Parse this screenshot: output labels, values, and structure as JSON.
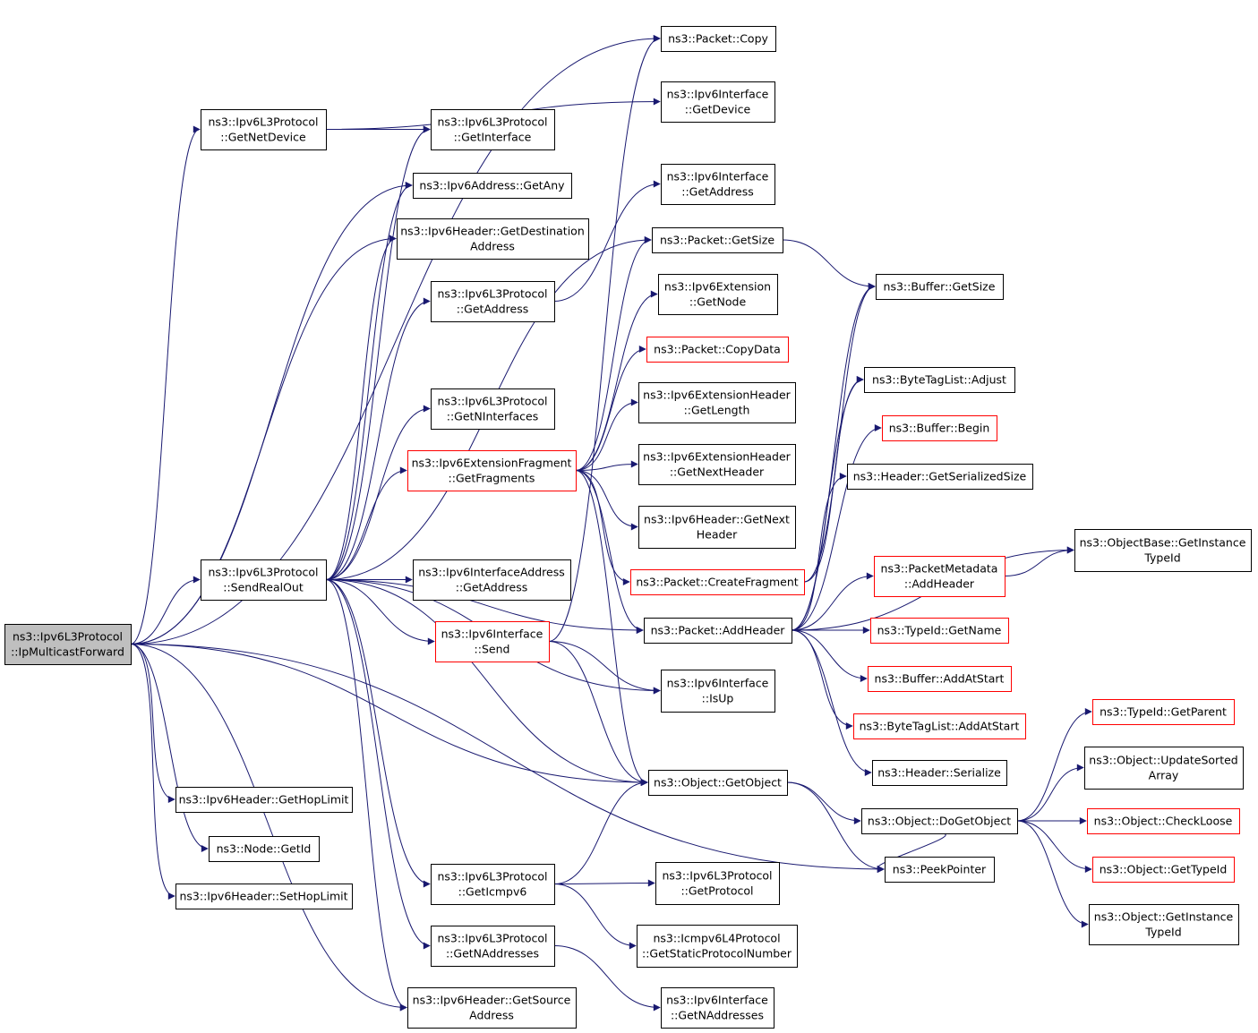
{
  "colors": {
    "edge": "#191970",
    "border": "#000000",
    "border_incomplete": "#ff0000",
    "root_fill": "#bfbfbf"
  },
  "nodes": [
    {
      "id": "root",
      "lines": [
        "ns3::Ipv6L3Protocol",
        "::IpMulticastForward"
      ],
      "style": "root"
    },
    {
      "id": "n_getnetdevice",
      "lines": [
        "ns3::Ipv6L3Protocol",
        "::GetNetDevice"
      ],
      "style": "black"
    },
    {
      "id": "n_sendrealout",
      "lines": [
        "ns3::Ipv6L3Protocol",
        "::SendRealOut"
      ],
      "style": "black"
    },
    {
      "id": "n_gethoplimit",
      "lines": [
        "ns3::Ipv6Header::GetHopLimit"
      ],
      "style": "black"
    },
    {
      "id": "n_nodegetid",
      "lines": [
        "ns3::Node::GetId"
      ],
      "style": "black"
    },
    {
      "id": "n_sethoplimit",
      "lines": [
        "ns3::Ipv6Header::SetHopLimit"
      ],
      "style": "black"
    },
    {
      "id": "n_l3getinterface",
      "lines": [
        "ns3::Ipv6L3Protocol",
        "::GetInterface"
      ],
      "style": "black"
    },
    {
      "id": "n_getany",
      "lines": [
        "ns3::Ipv6Address::GetAny"
      ],
      "style": "black"
    },
    {
      "id": "n_getdest",
      "lines": [
        "ns3::Ipv6Header::GetDestination",
        "Address"
      ],
      "style": "black"
    },
    {
      "id": "n_l3getaddress",
      "lines": [
        "ns3::Ipv6L3Protocol",
        "::GetAddress"
      ],
      "style": "black"
    },
    {
      "id": "n_getninterfaces",
      "lines": [
        "ns3::Ipv6L3Protocol",
        "::GetNInterfaces"
      ],
      "style": "black"
    },
    {
      "id": "n_getfragments",
      "lines": [
        "ns3::Ipv6ExtensionFragment",
        "::GetFragments"
      ],
      "style": "red"
    },
    {
      "id": "n_ifaddrgetaddress",
      "lines": [
        "ns3::Ipv6InterfaceAddress",
        "::GetAddress"
      ],
      "style": "black"
    },
    {
      "id": "n_ifsend",
      "lines": [
        "ns3::Ipv6Interface",
        "::Send"
      ],
      "style": "red"
    },
    {
      "id": "n_geticmpv6",
      "lines": [
        "ns3::Ipv6L3Protocol",
        "::GetIcmpv6"
      ],
      "style": "black"
    },
    {
      "id": "n_l3getnaddresses",
      "lines": [
        "ns3::Ipv6L3Protocol",
        "::GetNAddresses"
      ],
      "style": "black"
    },
    {
      "id": "n_getsource",
      "lines": [
        "ns3::Ipv6Header::GetSource",
        "Address"
      ],
      "style": "black"
    },
    {
      "id": "n_packetcopy",
      "lines": [
        "ns3::Packet::Copy"
      ],
      "style": "black"
    },
    {
      "id": "n_ifgetdevice",
      "lines": [
        "ns3::Ipv6Interface",
        "::GetDevice"
      ],
      "style": "black"
    },
    {
      "id": "n_ifgetaddress",
      "lines": [
        "ns3::Ipv6Interface",
        "::GetAddress"
      ],
      "style": "black"
    },
    {
      "id": "n_packetgetsize",
      "lines": [
        "ns3::Packet::GetSize"
      ],
      "style": "black"
    },
    {
      "id": "n_extgetnode",
      "lines": [
        "ns3::Ipv6Extension",
        "::GetNode"
      ],
      "style": "black"
    },
    {
      "id": "n_copydata",
      "lines": [
        "ns3::Packet::CopyData"
      ],
      "style": "red"
    },
    {
      "id": "n_exthdrgetlength",
      "lines": [
        "ns3::Ipv6ExtensionHeader",
        "::GetLength"
      ],
      "style": "black"
    },
    {
      "id": "n_exthdrgetnext",
      "lines": [
        "ns3::Ipv6ExtensionHeader",
        "::GetNextHeader"
      ],
      "style": "black"
    },
    {
      "id": "n_hdrgetnext",
      "lines": [
        "ns3::Ipv6Header::GetNext",
        "Header"
      ],
      "style": "black"
    },
    {
      "id": "n_createfragment",
      "lines": [
        "ns3::Packet::CreateFragment"
      ],
      "style": "red"
    },
    {
      "id": "n_addheader",
      "lines": [
        "ns3::Packet::AddHeader"
      ],
      "style": "black"
    },
    {
      "id": "n_isup",
      "lines": [
        "ns3::Ipv6Interface",
        "::IsUp"
      ],
      "style": "black"
    },
    {
      "id": "n_getobject",
      "lines": [
        "ns3::Object::GetObject"
      ],
      "style": "black"
    },
    {
      "id": "n_getprotocol",
      "lines": [
        "ns3::Ipv6L3Protocol",
        "::GetProtocol"
      ],
      "style": "black"
    },
    {
      "id": "n_icmpstatic",
      "lines": [
        "ns3::Icmpv6L4Protocol",
        "::GetStaticProtocolNumber"
      ],
      "style": "black"
    },
    {
      "id": "n_ifgetnaddresses",
      "lines": [
        "ns3::Ipv6Interface",
        "::GetNAddresses"
      ],
      "style": "black"
    },
    {
      "id": "n_buffergetsize",
      "lines": [
        "ns3::Buffer::GetSize"
      ],
      "style": "black"
    },
    {
      "id": "n_bytetagadjust",
      "lines": [
        "ns3::ByteTagList::Adjust"
      ],
      "style": "black"
    },
    {
      "id": "n_bufferbegin",
      "lines": [
        "ns3::Buffer::Begin"
      ],
      "style": "red"
    },
    {
      "id": "n_hdrserialsize",
      "lines": [
        "ns3::Header::GetSerializedSize"
      ],
      "style": "black"
    },
    {
      "id": "n_pmaddheader",
      "lines": [
        "ns3::PacketMetadata",
        "::AddHeader"
      ],
      "style": "red"
    },
    {
      "id": "n_typeidgetname",
      "lines": [
        "ns3::TypeId::GetName"
      ],
      "style": "red"
    },
    {
      "id": "n_bufaddatstart",
      "lines": [
        "ns3::Buffer::AddAtStart"
      ],
      "style": "red"
    },
    {
      "id": "n_btladdatstart",
      "lines": [
        "ns3::ByteTagList::AddAtStart"
      ],
      "style": "red"
    },
    {
      "id": "n_hdrserialize",
      "lines": [
        "ns3::Header::Serialize"
      ],
      "style": "black"
    },
    {
      "id": "n_dogetobject",
      "lines": [
        "ns3::Object::DoGetObject"
      ],
      "style": "black"
    },
    {
      "id": "n_peekpointer",
      "lines": [
        "ns3::PeekPointer"
      ],
      "style": "black"
    },
    {
      "id": "n_objbasegetinst",
      "lines": [
        "ns3::ObjectBase::GetInstance",
        "TypeId"
      ],
      "style": "black"
    },
    {
      "id": "n_typeidgetparent",
      "lines": [
        "ns3::TypeId::GetParent"
      ],
      "style": "red"
    },
    {
      "id": "n_updatesorted",
      "lines": [
        "ns3::Object::UpdateSorted",
        "Array"
      ],
      "style": "black"
    },
    {
      "id": "n_checkloose",
      "lines": [
        "ns3::Object::CheckLoose"
      ],
      "style": "red"
    },
    {
      "id": "n_objgettypeid",
      "lines": [
        "ns3::Object::GetTypeId"
      ],
      "style": "red"
    },
    {
      "id": "n_objgetinst",
      "lines": [
        "ns3::Object::GetInstance",
        "TypeId"
      ],
      "style": "black"
    }
  ],
  "edges": [
    [
      "root",
      "n_packetcopy"
    ],
    [
      "root",
      "n_getnetdevice"
    ],
    [
      "root",
      "n_getany"
    ],
    [
      "root",
      "n_getdest"
    ],
    [
      "root",
      "n_sendrealout"
    ],
    [
      "root",
      "n_gethoplimit"
    ],
    [
      "root",
      "n_nodegetid"
    ],
    [
      "root",
      "n_sethoplimit"
    ],
    [
      "root",
      "n_getsource"
    ],
    [
      "root",
      "n_getobject"
    ],
    [
      "root",
      "n_peekpointer"
    ],
    [
      "n_getnetdevice",
      "n_ifgetdevice"
    ],
    [
      "n_getnetdevice",
      "n_l3getinterface"
    ],
    [
      "n_sendrealout",
      "n_l3getinterface"
    ],
    [
      "n_sendrealout",
      "n_getany"
    ],
    [
      "n_sendrealout",
      "n_getdest"
    ],
    [
      "n_sendrealout",
      "n_l3getaddress"
    ],
    [
      "n_sendrealout",
      "n_getninterfaces"
    ],
    [
      "n_sendrealout",
      "n_getfragments"
    ],
    [
      "n_sendrealout",
      "n_ifaddrgetaddress"
    ],
    [
      "n_sendrealout",
      "n_ifsend"
    ],
    [
      "n_sendrealout",
      "n_isup"
    ],
    [
      "n_sendrealout",
      "n_getobject"
    ],
    [
      "n_sendrealout",
      "n_geticmpv6"
    ],
    [
      "n_sendrealout",
      "n_l3getnaddresses"
    ],
    [
      "n_sendrealout",
      "n_getsource"
    ],
    [
      "n_sendrealout",
      "n_packetgetsize"
    ],
    [
      "n_sendrealout",
      "n_addheader"
    ],
    [
      "n_l3getaddress",
      "n_ifgetaddress"
    ],
    [
      "n_getfragments",
      "n_packetgetsize"
    ],
    [
      "n_getfragments",
      "n_extgetnode"
    ],
    [
      "n_getfragments",
      "n_copydata"
    ],
    [
      "n_getfragments",
      "n_exthdrgetlength"
    ],
    [
      "n_getfragments",
      "n_exthdrgetnext"
    ],
    [
      "n_getfragments",
      "n_hdrgetnext"
    ],
    [
      "n_getfragments",
      "n_createfragment"
    ],
    [
      "n_getfragments",
      "n_addheader"
    ],
    [
      "n_getfragments",
      "n_getobject"
    ],
    [
      "n_ifsend",
      "n_packetcopy"
    ],
    [
      "n_ifsend",
      "n_isup"
    ],
    [
      "n_ifsend",
      "n_getobject"
    ],
    [
      "n_geticmpv6",
      "n_getobject"
    ],
    [
      "n_geticmpv6",
      "n_getprotocol"
    ],
    [
      "n_geticmpv6",
      "n_icmpstatic"
    ],
    [
      "n_l3getnaddresses",
      "n_ifgetnaddresses"
    ],
    [
      "n_packetgetsize",
      "n_buffergetsize"
    ],
    [
      "n_createfragment",
      "n_buffergetsize"
    ],
    [
      "n_createfragment",
      "n_bytetagadjust"
    ],
    [
      "n_addheader",
      "n_buffergetsize"
    ],
    [
      "n_addheader",
      "n_bytetagadjust"
    ],
    [
      "n_addheader",
      "n_bufferbegin"
    ],
    [
      "n_addheader",
      "n_hdrserialsize"
    ],
    [
      "n_addheader",
      "n_objbasegetinst"
    ],
    [
      "n_addheader",
      "n_pmaddheader"
    ],
    [
      "n_addheader",
      "n_typeidgetname"
    ],
    [
      "n_addheader",
      "n_bufaddatstart"
    ],
    [
      "n_addheader",
      "n_btladdatstart"
    ],
    [
      "n_addheader",
      "n_hdrserialize"
    ],
    [
      "n_pmaddheader",
      "n_objbasegetinst"
    ],
    [
      "n_getobject",
      "n_dogetobject"
    ],
    [
      "n_getobject",
      "n_peekpointer"
    ],
    [
      "n_dogetobject",
      "n_peekpointer"
    ],
    [
      "n_dogetobject",
      "n_typeidgetparent"
    ],
    [
      "n_dogetobject",
      "n_updatesorted"
    ],
    [
      "n_dogetobject",
      "n_checkloose"
    ],
    [
      "n_dogetobject",
      "n_objgettypeid"
    ],
    [
      "n_dogetobject",
      "n_objgetinst"
    ]
  ]
}
